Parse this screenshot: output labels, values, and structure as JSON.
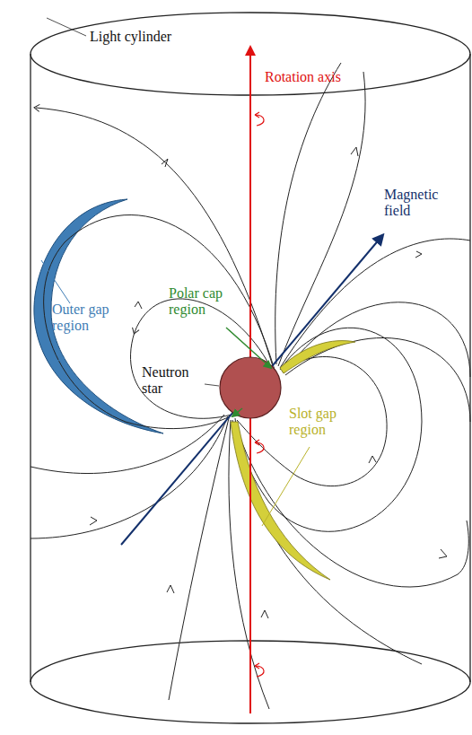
{
  "diagram": {
    "labels": [
      "Light cylinder",
      "Rotation axis",
      "Magnetic field",
      "Outer gap region",
      "Polar cap region",
      "Neutron star",
      "Slot gap region"
    ]
  }
}
